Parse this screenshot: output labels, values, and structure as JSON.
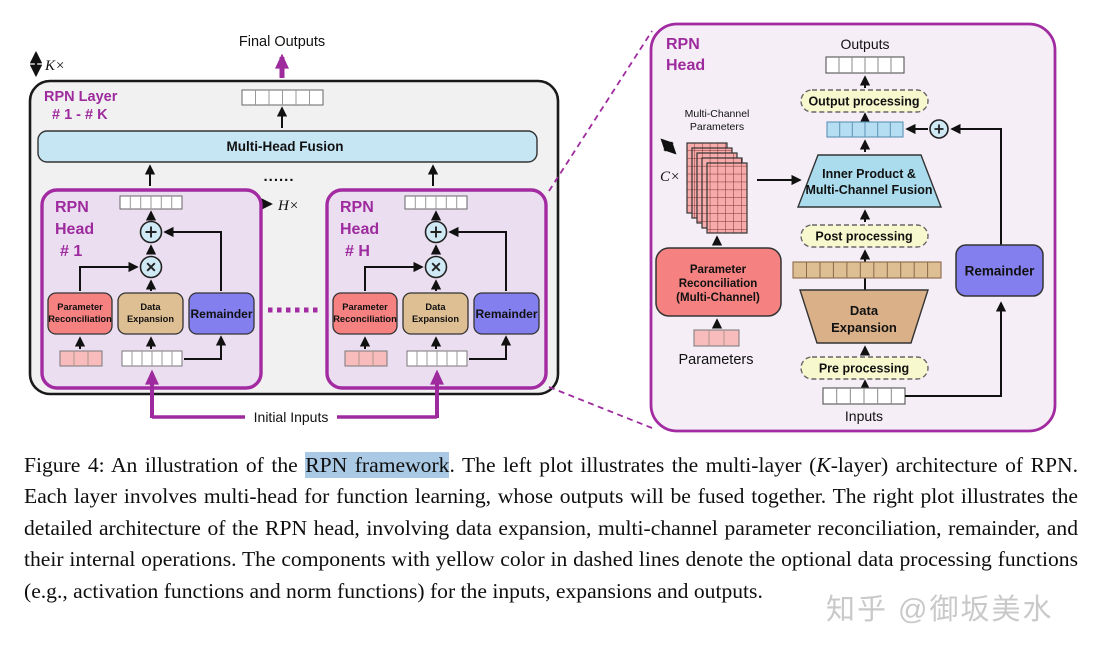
{
  "colors": {
    "purple_accent": "#9e2b9e",
    "left_panel_fill": "#f2f1f1",
    "head_box_fill": "#ecdef1",
    "right_panel_fill": "#f5eef7",
    "fusion_bar_blue": "#c6e6f4",
    "reconciliation_red": "#f58181",
    "expansion_tan": "#debe93",
    "remainder_blue": "#837fee",
    "processing_yellow": "#f8f8cf",
    "cell_blue": "#b5def2",
    "cell_pink": "#f9bcbc",
    "grid_pink": "#f7abab",
    "op_circle_blue": "#cfe9f5",
    "caption_highlight": "#a9c9e4",
    "parameters_text_red": "#e8523d",
    "watermark_gray": "#bcbcbc"
  },
  "left_panel": {
    "k_multiplier": "K×",
    "final_outputs_label": "Final Outputs",
    "layer_title_line1": "RPN Layer",
    "layer_title_line2": "# 1 - # K",
    "fusion_label": "Multi-Head Fusion",
    "ellipsis_top": "......",
    "h_multiplier": "H×",
    "initial_inputs_label": "Initial Inputs",
    "heads": [
      {
        "title_line1": "RPN",
        "title_line2": "Head",
        "title_line3": "# 1",
        "param_rec_line1": "Parameter",
        "param_rec_line2": "Reconciliation",
        "data_exp_line1": "Data",
        "data_exp_line2": "Expansion",
        "remainder": "Remainder"
      },
      {
        "title_line1": "RPN",
        "title_line2": "Head",
        "title_line3": "# H",
        "param_rec_line1": "Parameter",
        "param_rec_line2": "Reconciliation",
        "data_exp_line1": "Data",
        "data_exp_line2": "Expansion",
        "remainder": "Remainder"
      }
    ]
  },
  "right_panel": {
    "title_line1": "RPN",
    "title_line2": "Head",
    "outputs_label": "Outputs",
    "output_processing": "Output processing",
    "mcp_line1": "Multi-Channel",
    "mcp_line2": "Parameters",
    "c_multiplier": "C×",
    "inner_product_line1": "Inner Product &",
    "inner_product_line2": "Multi-Channel Fusion",
    "post_processing": "Post processing",
    "data_exp_line1": "Data",
    "data_exp_line2": "Expansion",
    "pre_processing": "Pre processing",
    "inputs_label": "Inputs",
    "param_rec_line1": "Parameter",
    "param_rec_line2": "Reconciliation",
    "param_rec_line3": "(Multi-Channel)",
    "parameters_label": "Parameters",
    "remainder": "Remainder"
  },
  "caption": {
    "part1": "Figure 4: An illustration of the ",
    "highlight": "RPN framework",
    "part2": ". The left plot illustrates the multi-layer (",
    "k_var": "K",
    "part3": "-layer) architecture of RPN. Each layer involves multi-head for function learning, whose outputs will be fused together. The right plot illustrates the detailed architecture of the RPN head, involving data expansion, multi-channel parameter reconciliation, remainder, and their internal operations. The components with yellow color in dashed lines denote the optional data processing functions (e.g., activation functions and norm functions) for the inputs, expansions and outputs."
  },
  "watermark": "知乎 @御坂美水"
}
